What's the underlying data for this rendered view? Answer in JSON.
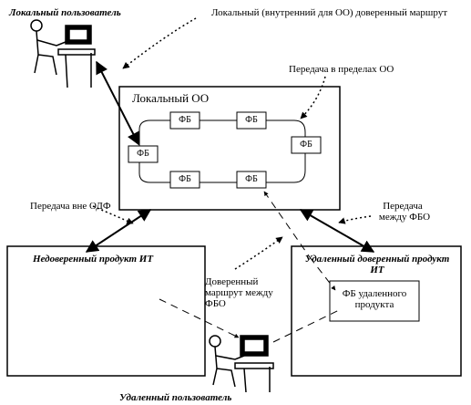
{
  "labels": {
    "local_user": "Локальный пользователь",
    "local_trusted_route": "Локальный (внутренний для ОО) доверенный маршрут",
    "transfer_within_oo": "Передача в пределах ОО",
    "local_oo": "Локальный ОО",
    "fb": "ФБ",
    "transfer_outside_odf": "Передача вне ОДФ",
    "transfer_between_fbo_1": "Передача",
    "transfer_between_fbo_2": "между ФБО",
    "untrusted_product": "Недоверенный продукт ИТ",
    "remote_trusted_product_1": "Удаленный доверенный продукт",
    "remote_trusted_product_2": "ИТ",
    "trusted_route_1": "Доверенный",
    "trusted_route_2": "маршрут между",
    "trusted_route_3": "ФБО",
    "remote_fb_1": "ФБ удаленного",
    "remote_fb_2": "продукта",
    "remote_user": "Удаленный пользователь"
  },
  "icons": {
    "local_user_figure": "person-at-computer-icon",
    "remote_user_figure": "person-at-computer-icon"
  }
}
